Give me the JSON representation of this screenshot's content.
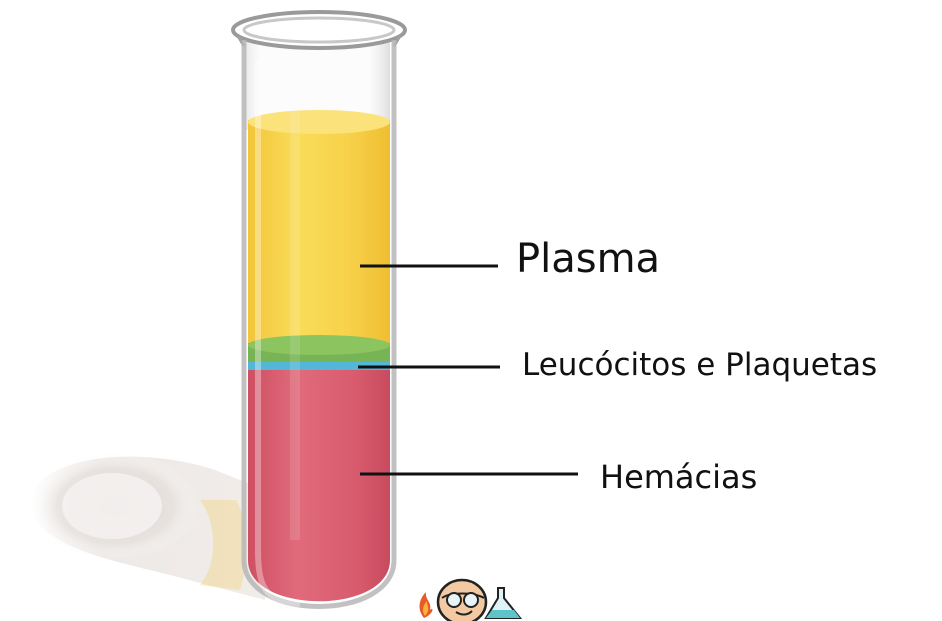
{
  "diagram": {
    "labels": {
      "plasma": "Plasma",
      "buffy_coat": "Leucócitos e Plaquetas",
      "red_cells": "Hemácias"
    },
    "colors": {
      "plasma": "#f7cf3f",
      "buffy_coat": "#76b455",
      "buffy_coat_edge": "#55b7d8",
      "red_cells": "#d85c6e",
      "leader_line": "#111111"
    },
    "icons": [
      "test-tube-icon",
      "scientist-mascot-icon",
      "flame-icon",
      "flask-icon"
    ]
  }
}
